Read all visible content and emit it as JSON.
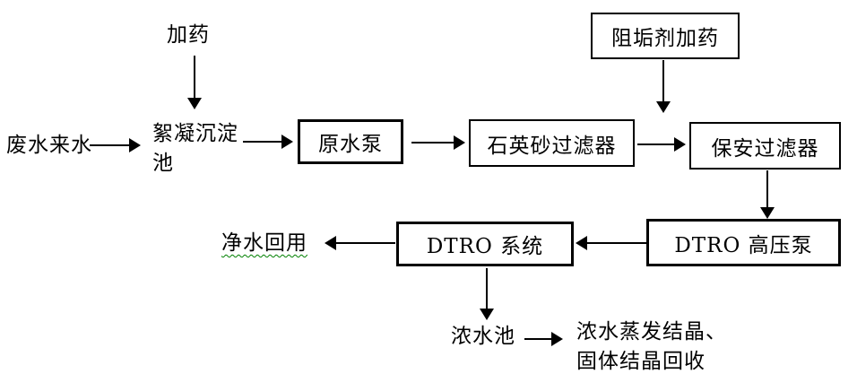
{
  "diagram": {
    "nodes": {
      "dosing": "加药",
      "feed_water": "废水来水",
      "sedimentation_pool": "絮凝沉淀池",
      "raw_water_pump": "原水泵",
      "quartz_sand_filter": "石英砂过滤器",
      "security_filter": "保安过滤器",
      "antiscalant_dosing": "阻垢剂加药",
      "dtro_high_pressure_pump": "DTRO 高压泵",
      "dtro_system": "DTRO 系统",
      "clean_water_reuse": "净水回用",
      "concentrate_pool": "浓水池",
      "concentrate_line1": "浓水蒸发结晶、",
      "concentrate_line2": "固体结晶回收"
    },
    "colors": {
      "background": "#ffffff",
      "text": "#000000",
      "line": "#000000",
      "spellcheck_underline": "#008000"
    }
  }
}
